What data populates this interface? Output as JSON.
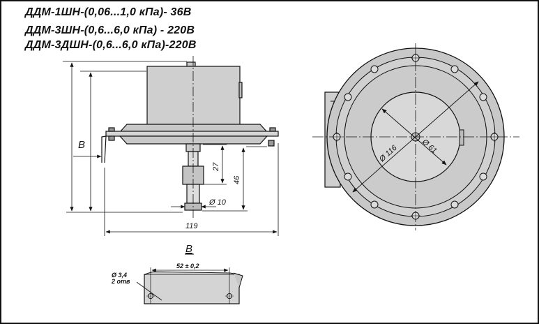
{
  "titles": {
    "line1": "ДДМ-1ШН-(0,06...1,0 кПа)- 36В",
    "line2": "ДДМ-3ШН-(0,6...6,0 кПа) - 220В",
    "line3": "ДДМ-3ДШН-(0,6...6,0 кПа)-220В"
  },
  "side_view": {
    "view_marker": "B",
    "dim_27": "27",
    "dim_46": "46",
    "dim_10": "Ø 10",
    "dim_119": "119"
  },
  "front_view": {
    "dim_116": "Ø 116",
    "dim_61": "Ø 61"
  },
  "view_b": {
    "label": "B",
    "dim_52": "52 ± 0,2",
    "hole_dim": "Ø 3,4",
    "hole_count": "2 отв"
  }
}
